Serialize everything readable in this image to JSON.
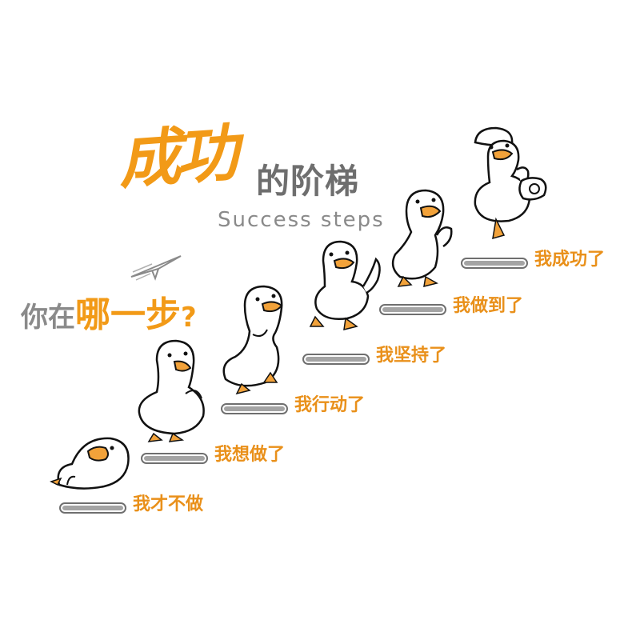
{
  "title": {
    "main": "成功",
    "sub": "的阶梯",
    "english": "Success steps"
  },
  "question": {
    "prefix": "你在",
    "highlight": "哪一步",
    "mark": "?"
  },
  "steps": [
    {
      "label": "我才不做"
    },
    {
      "label": "我想做了"
    },
    {
      "label": "我行动了"
    },
    {
      "label": "我坚持了"
    },
    {
      "label": "我做到了"
    },
    {
      "label": "我成功了"
    }
  ],
  "colors": {
    "accent": "#f29a17",
    "gray_text": "#8a8a8a",
    "bar_fill": "#a4a4a4",
    "duck_beak": "#f2a23a"
  },
  "icons": [
    "paper-plane-icon",
    "duck-icon"
  ]
}
